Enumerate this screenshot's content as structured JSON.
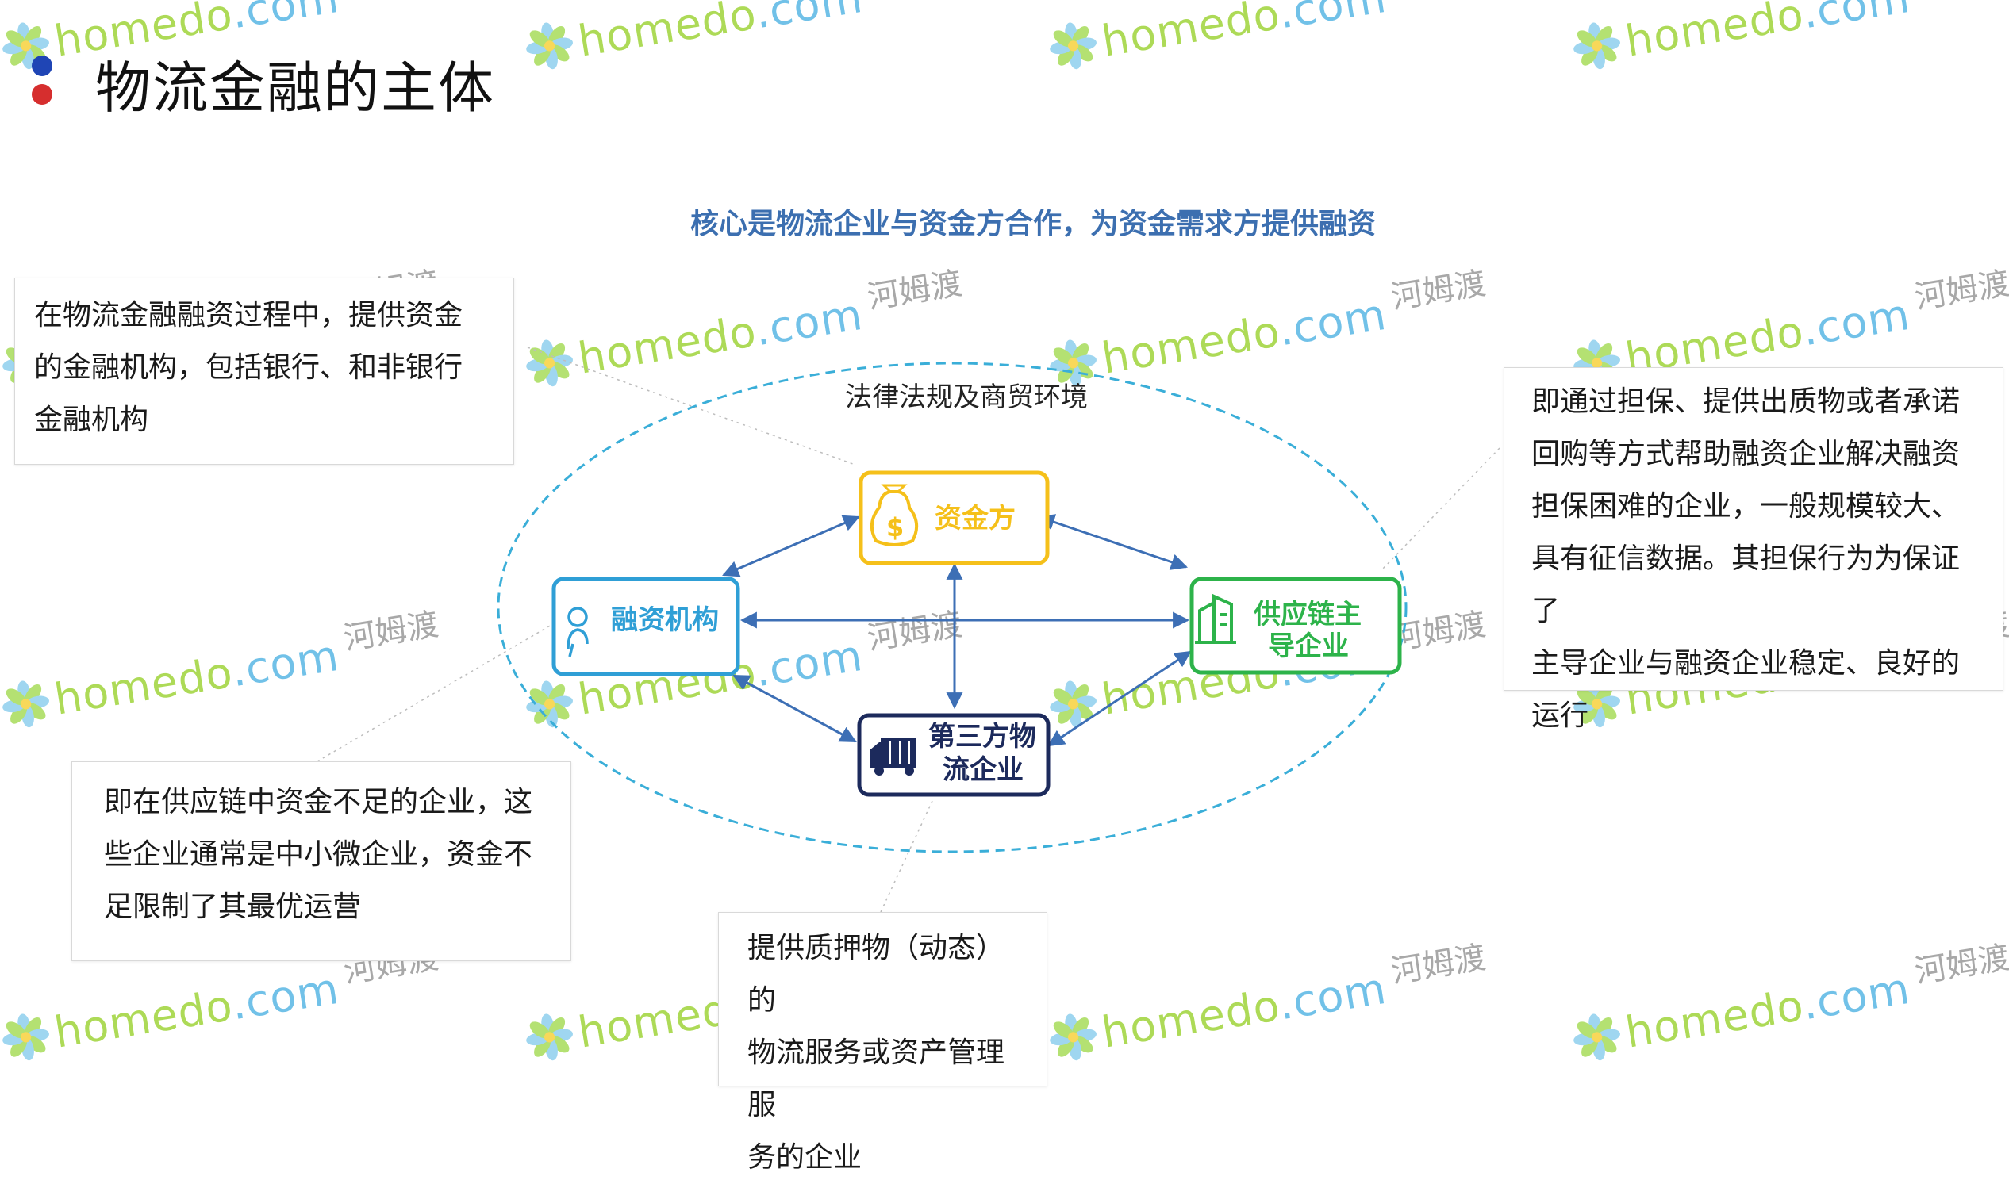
{
  "page": {
    "title": "物流金融的主体",
    "subtitle": "核心是物流企业与资金方合作，为资金需求方提供融资"
  },
  "watermark": {
    "brand": "homedo",
    "domain_suffix": ".com",
    "cn": "河姆渡",
    "icon": "flower-logo-icon"
  },
  "diagram": {
    "environment_label": "法律法规及商贸环境",
    "nodes": {
      "lender": {
        "label": "资金方",
        "icon": "money-bag-icon",
        "color": "#f5c01a"
      },
      "borrower": {
        "label": "融资机构",
        "icon": "person-icon",
        "color": "#2f9fd6"
      },
      "guarantor": {
        "label_line1": "供应链主",
        "label_line2": "导企业",
        "icon": "building-icon",
        "color": "#2db34a"
      },
      "logistics": {
        "label_line1": "第三方物",
        "label_line2": "流企业",
        "icon": "truck-icon",
        "color": "#1c2a5c"
      }
    },
    "arrow_color": "#3d6fb5",
    "ellipse_color": "#3aaed8"
  },
  "notes": {
    "lender": [
      "在物流金融融资过程中，提供资金",
      "的金融机构，包括银行、和非银行",
      "金融机构"
    ],
    "guarantor": [
      "即通过担保、提供出质物或者承诺",
      "回购等方式帮助融资企业解决融资",
      "担保困难的企业，一般规模较大、",
      "具有征信数据。其担保行为为保证了",
      "主导企业与融资企业稳定、良好的",
      "运行"
    ],
    "borrower": [
      "即在供应链中资金不足的企业，这",
      "些企业通常是中小微企业，资金不",
      "足限制了其最优运营"
    ],
    "logistics": [
      "提供质押物（动态）的",
      "物流服务或资产管理服",
      "务的企业"
    ]
  }
}
